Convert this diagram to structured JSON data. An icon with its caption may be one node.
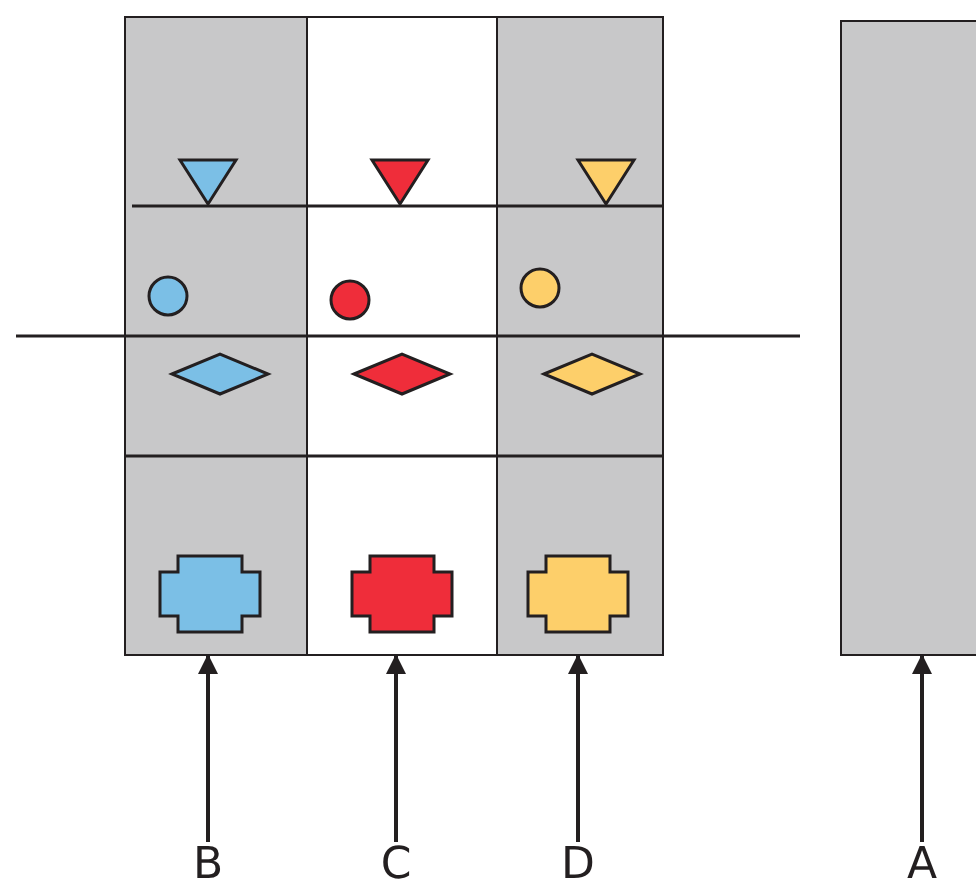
{
  "diagram": {
    "nodes": [
      {
        "text": [],
        "shape": "box"
      },
      {
        "text": [],
        "shape": "box"
      },
      {
        "text": [],
        "shape": "box"
      },
      {
        "text": [],
        "shape": "box"
      },
      {
        "text": [
          "B"
        ]
      },
      {
        "text": [
          "C"
        ]
      },
      {
        "text": [
          "D"
        ]
      },
      {
        "text": [
          "A"
        ]
      }
    ],
    "edges": [
      {
        "from": 4,
        "to": 0,
        "arrow": "to"
      },
      {
        "from": 5,
        "to": 1,
        "arrow": "to"
      },
      {
        "from": 6,
        "to": 2,
        "arrow": "to"
      },
      {
        "from": 7,
        "to": 3,
        "arrow": "to"
      }
    ]
  }
}
